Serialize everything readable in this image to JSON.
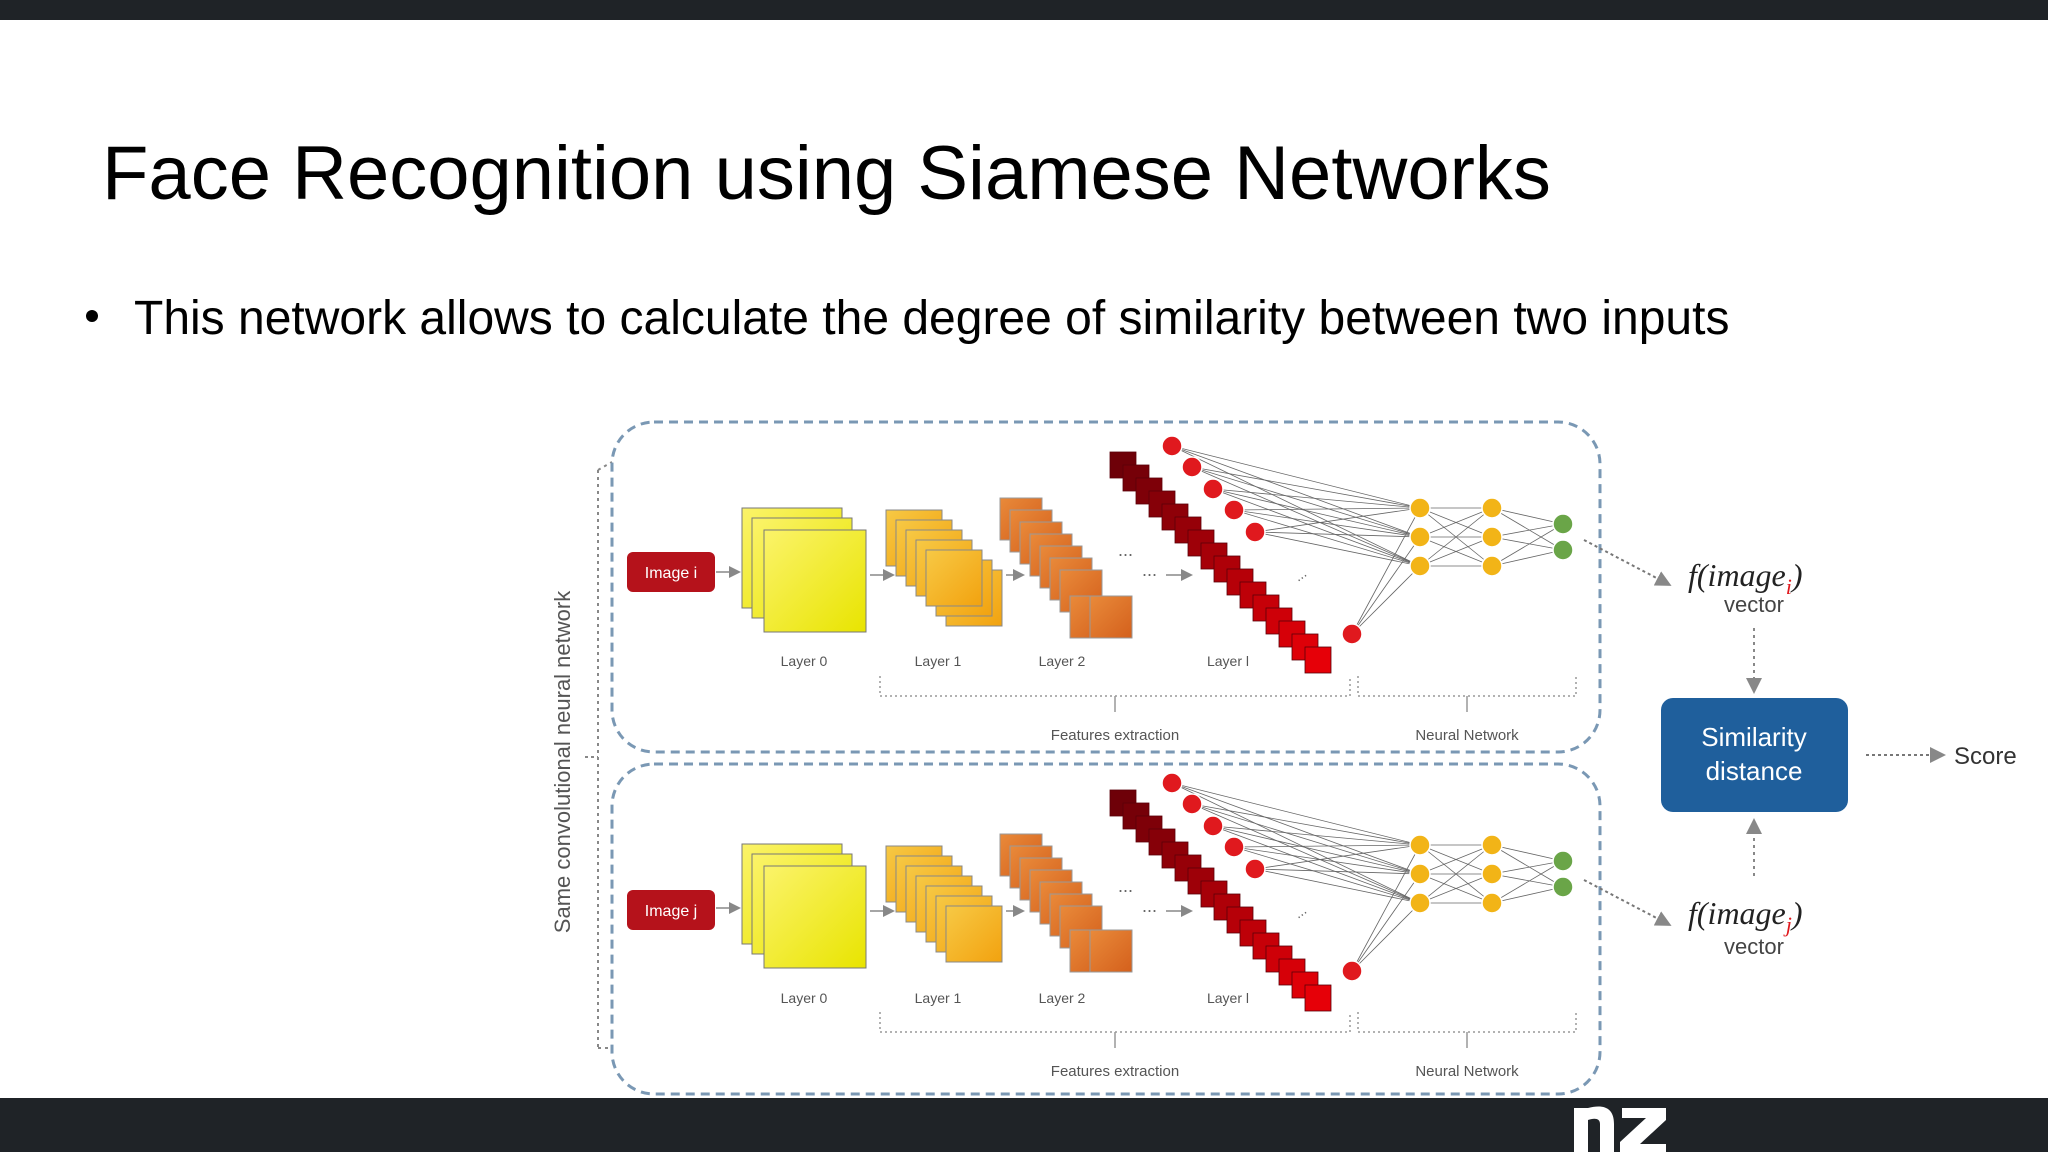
{
  "slide": {
    "title": "Face Recognition using Siamese Networks",
    "bullet": "This network allows to calculate the degree of similarity between two inputs"
  },
  "diagram": {
    "side_label": "Same convolutional neural network",
    "branches": [
      {
        "input_label": "Image i",
        "layer_labels": [
          "Layer 0",
          "Layer 1",
          "Layer 2",
          "Layer l"
        ],
        "features_label": "Features extraction",
        "nn_label": "Neural Network",
        "output_fn": "f(image",
        "output_sub": "i",
        "output_close": ")",
        "output_caption": "vector"
      },
      {
        "input_label": "Image j",
        "layer_labels": [
          "Layer 0",
          "Layer 1",
          "Layer 2",
          "Layer l"
        ],
        "features_label": "Features extraction",
        "nn_label": "Neural Network",
        "output_fn": "f(image",
        "output_sub": "j",
        "output_close": ")",
        "output_caption": "vector"
      }
    ],
    "similarity_line1": "Similarity",
    "similarity_line2": "distance",
    "score_label": "Score",
    "colors": {
      "input_box": "#b5121b",
      "similarity_box": "#1f5f9c",
      "dashed_border": "#7a98b4",
      "neuron_red": "#e0191e",
      "neuron_yellow": "#f2b417",
      "neuron_green": "#6aa548"
    }
  }
}
